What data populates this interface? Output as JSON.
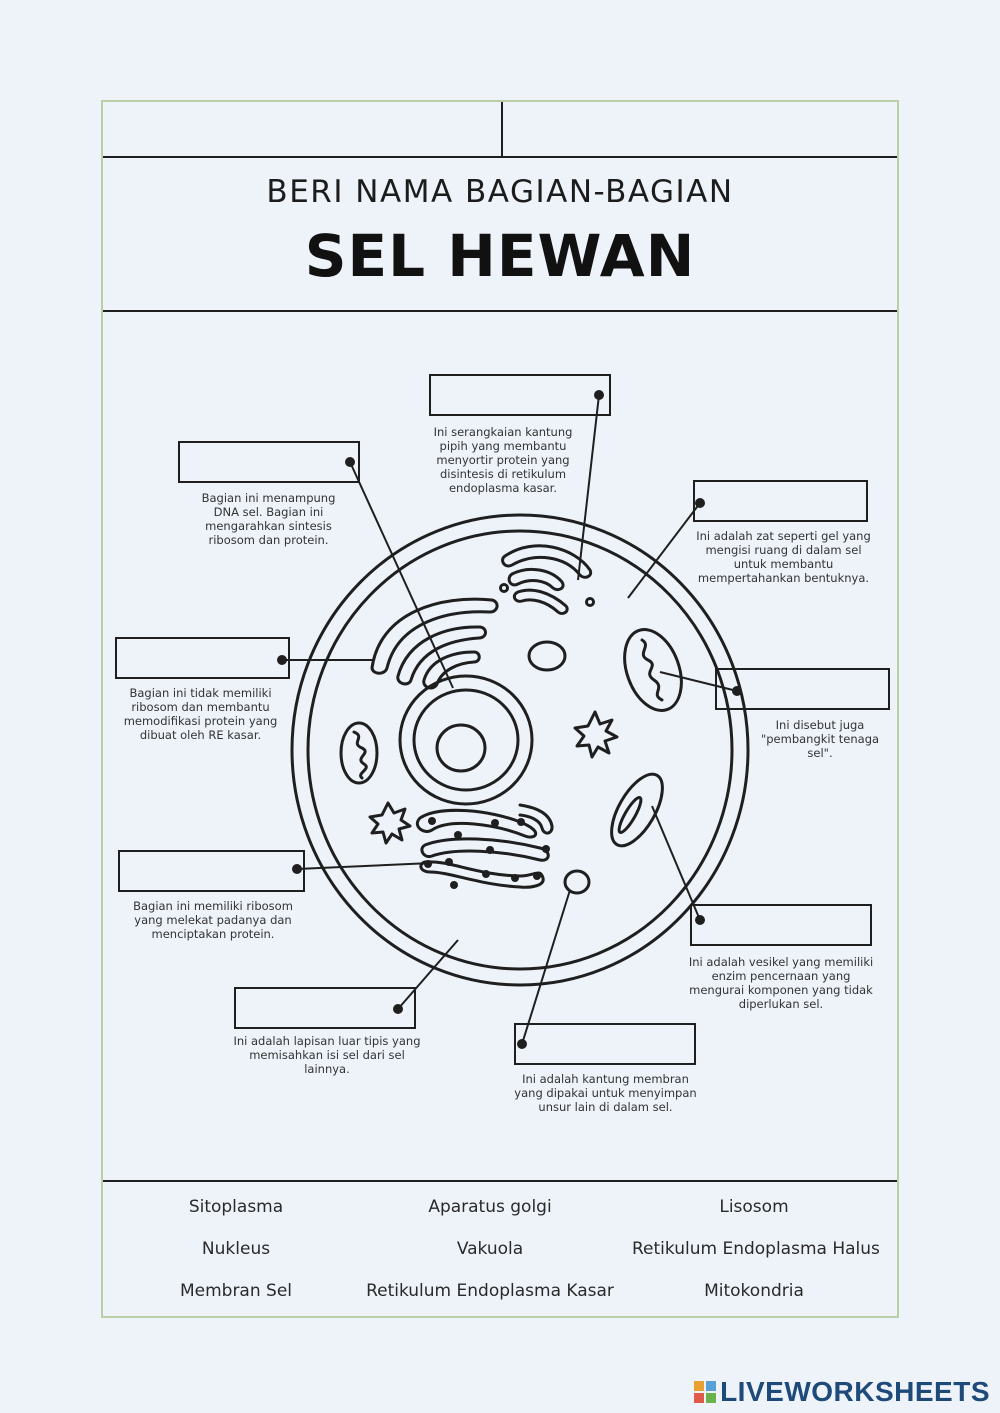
{
  "header": {
    "subtitle": "BERI NAMA BAGIAN-BAGIAN",
    "title": "SEL HEWAN"
  },
  "descriptions": {
    "golgi": "Ini serangkaian kantung pipih yang membantu menyortir protein yang disintesis di retikulum endoplasma kasar.",
    "nucleus": "Bagian ini menampung DNA sel. Bagian ini mengarahkan sintesis ribosom dan protein.",
    "cytoplasm": "Ini adalah zat seperti gel yang mengisi ruang di dalam sel untuk membantu mempertahankan bentuknya.",
    "smooth_er": "Bagian ini tidak memiliki ribosom dan membantu memodifikasi protein yang dibuat oleh RE kasar.",
    "mitochondria": "Ini disebut juga \"pembangkit tenaga sel\".",
    "rough_er": "Bagian ini memiliki ribosom yang melekat padanya dan menciptakan protein.",
    "lysosome": "Ini adalah vesikel yang memiliki enzim pencernaan yang mengurai komponen yang tidak diperlukan sel.",
    "membrane": "Ini adalah lapisan luar tipis yang memisahkan isi sel dari sel lainnya.",
    "vacuole": "Ini adalah kantung membran yang dipakai untuk menyimpan unsur lain di dalam sel."
  },
  "word_bank": [
    [
      "Sitoplasma",
      "Aparatus golgi",
      "Lisosom"
    ],
    [
      "Nukleus",
      "Vakuola",
      "Retikulum Endoplasma Halus"
    ],
    [
      "Membran Sel",
      "Retikulum Endoplasma Kasar",
      "Mitokondria"
    ]
  ],
  "brand": "LIVEWORKSHEETS",
  "colors": {
    "background": "#eef3fa",
    "border": "#b9cfa6",
    "ink": "#1f1f1f",
    "brand": "#1e4a7a"
  }
}
